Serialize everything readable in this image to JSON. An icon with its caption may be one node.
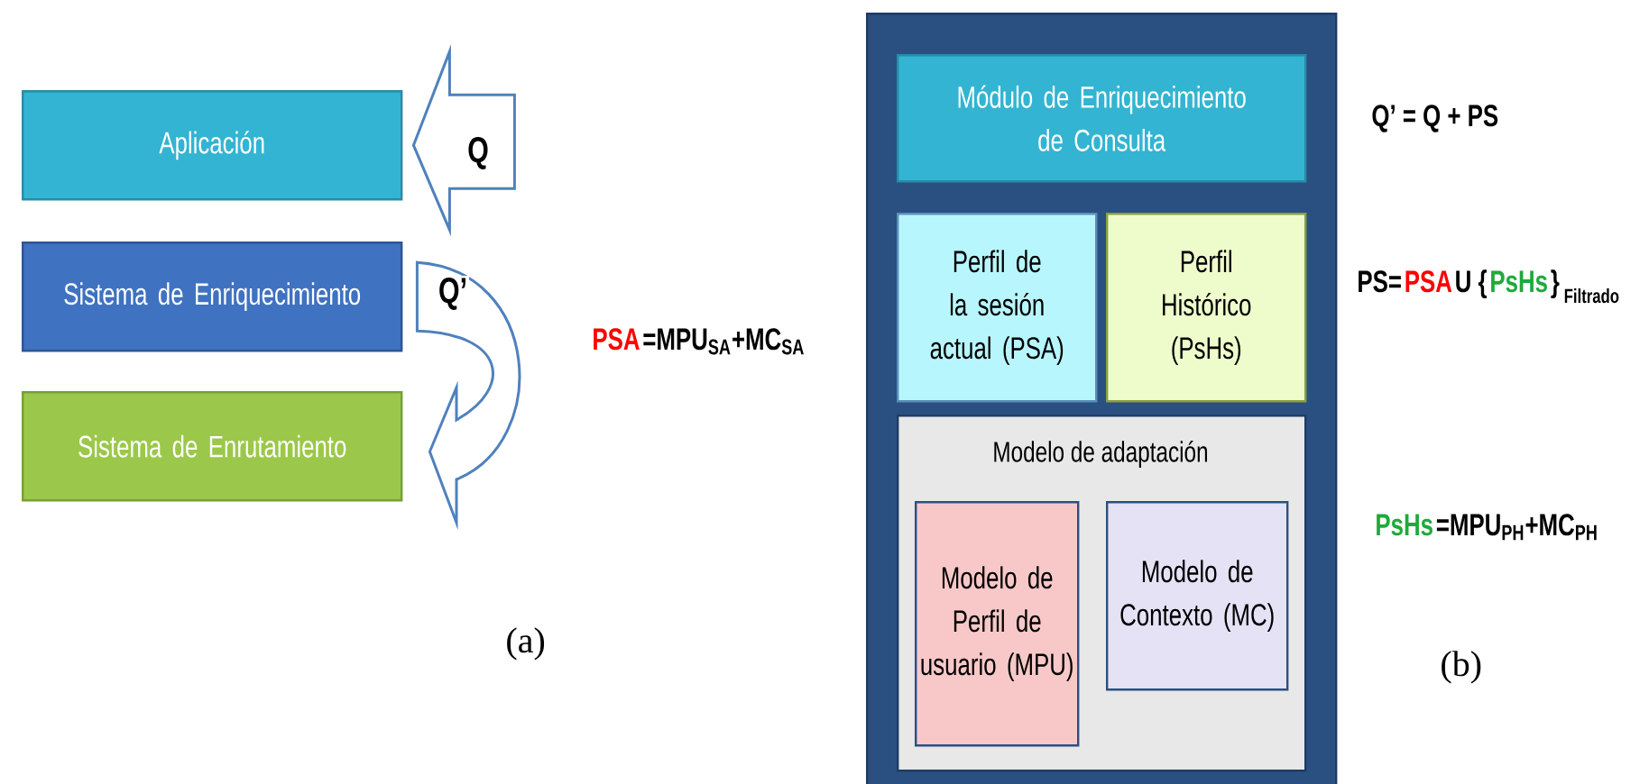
{
  "diagram": {
    "nodes": [
      {
        "text": [
          "Aplicación"
        ]
      },
      {
        "text": [
          "Sistema de Enriquecimiento"
        ]
      },
      {
        "text": [
          "Sistema de Enrutamiento"
        ]
      },
      {
        "text": [],
        "shape": "box"
      },
      {
        "text": [
          "Módulo de Enriquecimiento de Consulta"
        ],
        "in": 3
      },
      {
        "text": [
          "Perfil de la sesión actual (PSA)"
        ],
        "in": 3
      },
      {
        "text": [
          "Perfil Histórico (PsHs)"
        ],
        "in": 3
      },
      {
        "text": [
          "Modelo de adaptación"
        ],
        "in": 3
      },
      {
        "text": [
          "Modelo de Perfil de usuario (MPU)"
        ],
        "in": 7
      },
      {
        "text": [
          "Modelo de Contexto (MC)"
        ],
        "in": 7
      }
    ],
    "edges": [
      {
        "from": null,
        "to": 0,
        "arrow": "to",
        "label": "Q"
      },
      {
        "from": 1,
        "to": 2,
        "arrow": "to",
        "label": "Q’"
      }
    ],
    "labels": [
      "Q’ = Q + PS",
      "PS=",
      "PSA",
      "U {",
      "PsHs",
      "}",
      "Filtrado",
      "PSA",
      "=MPU$_{SA}$+MC$_{SA}$",
      "PsHs",
      "=MPU$_{PH}$+MC$_{PH}$",
      "(a)",
      "(b)"
    ]
  }
}
